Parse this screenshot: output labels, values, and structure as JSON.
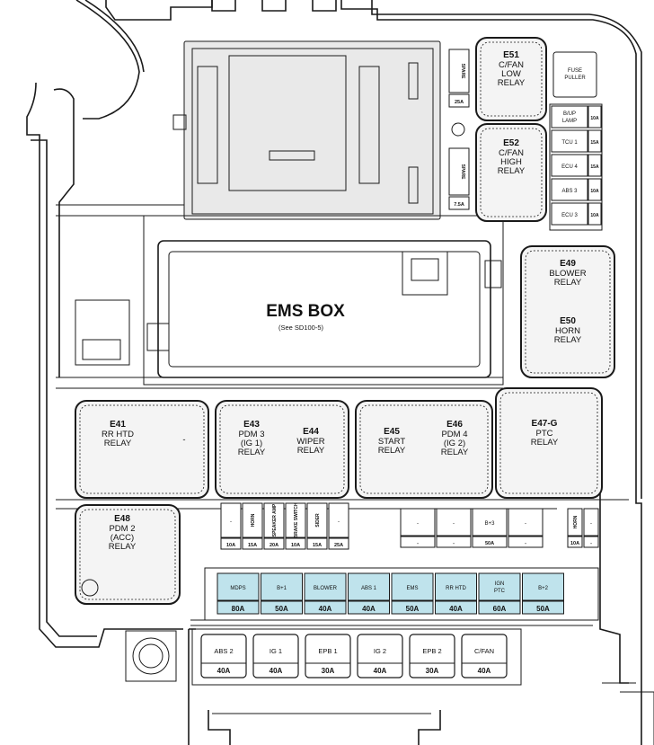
{
  "ems_box": {
    "title": "EMS BOX",
    "subtitle": "(See SD100-5)"
  },
  "fuse_puller": "FUSE PULLER",
  "spare_fuses": [
    {
      "label": "SPARE",
      "amp": "25A"
    },
    {
      "label": "SPARE",
      "amp": "7.5A"
    }
  ],
  "relays": [
    {
      "id": "E51",
      "lines": [
        "C/FAN",
        "LOW",
        "RELAY"
      ]
    },
    {
      "id": "E52",
      "lines": [
        "C/FAN",
        "HIGH",
        "RELAY"
      ]
    },
    {
      "id": "E49",
      "lines": [
        "BLOWER",
        "RELAY"
      ]
    },
    {
      "id": "E50",
      "lines": [
        "HORN",
        "RELAY"
      ]
    },
    {
      "id": "E41",
      "lines": [
        "RR HTD",
        "RELAY"
      ]
    },
    {
      "id": "E43",
      "lines": [
        "PDM 3",
        "(IG 1)",
        "RELAY"
      ]
    },
    {
      "id": "E44",
      "lines": [
        "WIPER",
        "RELAY"
      ]
    },
    {
      "id": "E45",
      "lines": [
        "START",
        "RELAY"
      ]
    },
    {
      "id": "E46",
      "lines": [
        "PDM 4",
        "(IG 2)",
        "RELAY"
      ]
    },
    {
      "id": "E47-G",
      "lines": [
        "PTC",
        "RELAY"
      ]
    },
    {
      "id": "E48",
      "lines": [
        "PDM 2",
        "(ACC)",
        "RELAY"
      ]
    }
  ],
  "e41_dash": "-",
  "right_fuses": [
    {
      "label": "B/UP LAMP",
      "amp": "10A"
    },
    {
      "label": "TCU 1",
      "amp": "15A"
    },
    {
      "label": "ECU 4",
      "amp": "15A"
    },
    {
      "label": "ABS 3",
      "amp": "10A"
    },
    {
      "label": "ECU 3",
      "amp": "10A"
    }
  ],
  "mini_fuses": [
    {
      "label": "-",
      "amp": "10A"
    },
    {
      "label": "HORN",
      "amp": "15A"
    },
    {
      "label": "SPEAKER AMP",
      "amp": "20A"
    },
    {
      "label": "BRAKE SWITCH",
      "amp": "10A"
    },
    {
      "label": "SIDER",
      "amp": "15A"
    },
    {
      "label": "-",
      "amp": "25A"
    }
  ],
  "mid_fuses": [
    {
      "label": "-",
      "amp": "-"
    },
    {
      "label": "-",
      "amp": "-"
    },
    {
      "label": "B+3",
      "amp": "50A"
    },
    {
      "label": "-",
      "amp": "-"
    },
    {
      "label": "HORN",
      "amp": "10A"
    },
    {
      "label": "-",
      "amp": "-"
    }
  ],
  "blue_fuses": [
    {
      "label": "MDPS",
      "amp": "80A"
    },
    {
      "label": "B+1",
      "amp": "50A"
    },
    {
      "label": "BLOWER",
      "amp": "40A"
    },
    {
      "label": "ABS 1",
      "amp": "40A"
    },
    {
      "label": "EMS",
      "amp": "50A"
    },
    {
      "label": "RR HTD",
      "amp": "40A"
    },
    {
      "label": "IGN PTC",
      "amp": "60A"
    },
    {
      "label": "B+2",
      "amp": "50A"
    }
  ],
  "bottom_fuses": [
    {
      "label": "ABS 2",
      "amp": "40A"
    },
    {
      "label": "IG 1",
      "amp": "40A"
    },
    {
      "label": "EPB 1",
      "amp": "30A"
    },
    {
      "label": "IG 2",
      "amp": "40A"
    },
    {
      "label": "EPB 2",
      "amp": "30A"
    },
    {
      "label": "C/FAN",
      "amp": "40A"
    }
  ]
}
